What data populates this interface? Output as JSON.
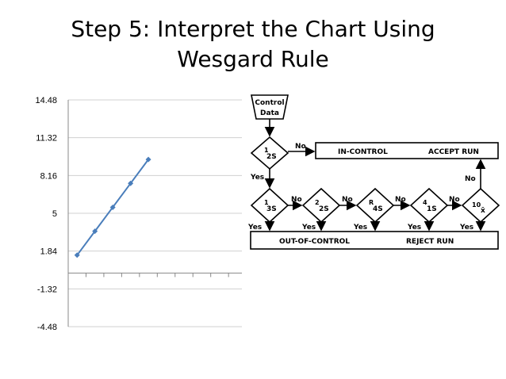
{
  "slide": {
    "title_line1": "Step 5: Interpret the Chart Using",
    "title_line2": "Wesgard Rule"
  },
  "chart_data": {
    "type": "line",
    "title": "",
    "xlabel": "",
    "ylabel": "",
    "ylim": [
      -4.48,
      14.48
    ],
    "yticks": [
      14.48,
      11.32,
      8.16,
      5,
      1.84,
      -1.32,
      -4.48
    ],
    "ytick_labels": [
      "14.48",
      "11.32",
      "8.16",
      "5",
      "1.84",
      "-1.32",
      "-4.48"
    ],
    "x_categories": 10,
    "grid": true,
    "series": [
      {
        "values": [
          1.5,
          3.5,
          5.5,
          7.5,
          9.5
        ],
        "color": "#4a7ebb",
        "marker": "diamond"
      }
    ]
  },
  "flowchart": {
    "start": {
      "line1": "Control",
      "line2": "Data"
    },
    "rule_1_2s": {
      "main": "1",
      "sub": "2S"
    },
    "rule_1_3s": {
      "main": "1",
      "sub": "3S"
    },
    "rule_2_2s": {
      "main": "2",
      "sub": "2S"
    },
    "rule_r_4s": {
      "main": "R",
      "sub": "4S"
    },
    "rule_4_1s": {
      "main": "4",
      "sub": "1S"
    },
    "rule_10_x": {
      "main": "10",
      "sub": "x̄"
    },
    "in_control": "IN-CONTROL",
    "accept_run": "ACCEPT RUN",
    "out_of_control": "OUT-OF-CONTROL",
    "reject_run": "REJECT  RUN",
    "no": "No",
    "yes": "Yes"
  }
}
